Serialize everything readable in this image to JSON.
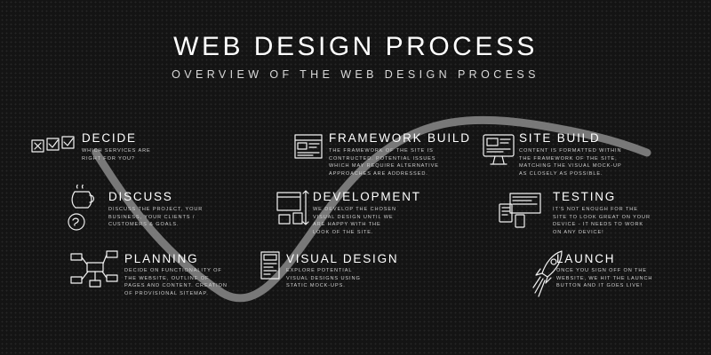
{
  "header": {
    "title": "WEB DESIGN PROCESS",
    "subtitle": "OVERVIEW OF THE WEB DESIGN PROCESS"
  },
  "steps": [
    {
      "heading": "DECIDE",
      "icon": "checkbox-row-icon",
      "desc": "Which services are right for you?"
    },
    {
      "heading": "DISCUSS",
      "icon": "coffee-and-chat-icon",
      "desc": "Discuss the project, your business, your clients / customers & goals."
    },
    {
      "heading": "PLANNING",
      "icon": "mind-map-icon",
      "desc": "Decide on functionality of the website, outline of pages and content. Creation of provisional sitemap."
    },
    {
      "heading": "VISUAL DESIGN",
      "icon": "mockup-sketch-icon",
      "desc": "Explore potential visual designs using static mock-ups."
    },
    {
      "heading": "DEVELOPMENT",
      "icon": "responsive-screens-icon",
      "desc": "We develop the chosen visual design until we are happy with the look of the site."
    },
    {
      "heading": "FRAMEWORK BUILD",
      "icon": "wireframe-icon",
      "desc": "The framework of the site is contructed. Potential issues which may require alternative approaches are addressed."
    },
    {
      "heading": "SITE BUILD",
      "icon": "monitor-icon",
      "desc": "Content is formatted within the framework of the site, matching the visual mock-up as closely as possible."
    },
    {
      "heading": "TESTING",
      "icon": "devices-icon",
      "desc": "It's not enough for the site to look great on your device - it needs to work on any device!"
    },
    {
      "heading": "LAUNCH",
      "icon": "rocket-icon",
      "desc": "Once you sign off on the website, we hit the launch button and it goes live!"
    }
  ],
  "colors": {
    "background": "#141414",
    "text": "#ffffff",
    "path": "#8a8a8a"
  }
}
